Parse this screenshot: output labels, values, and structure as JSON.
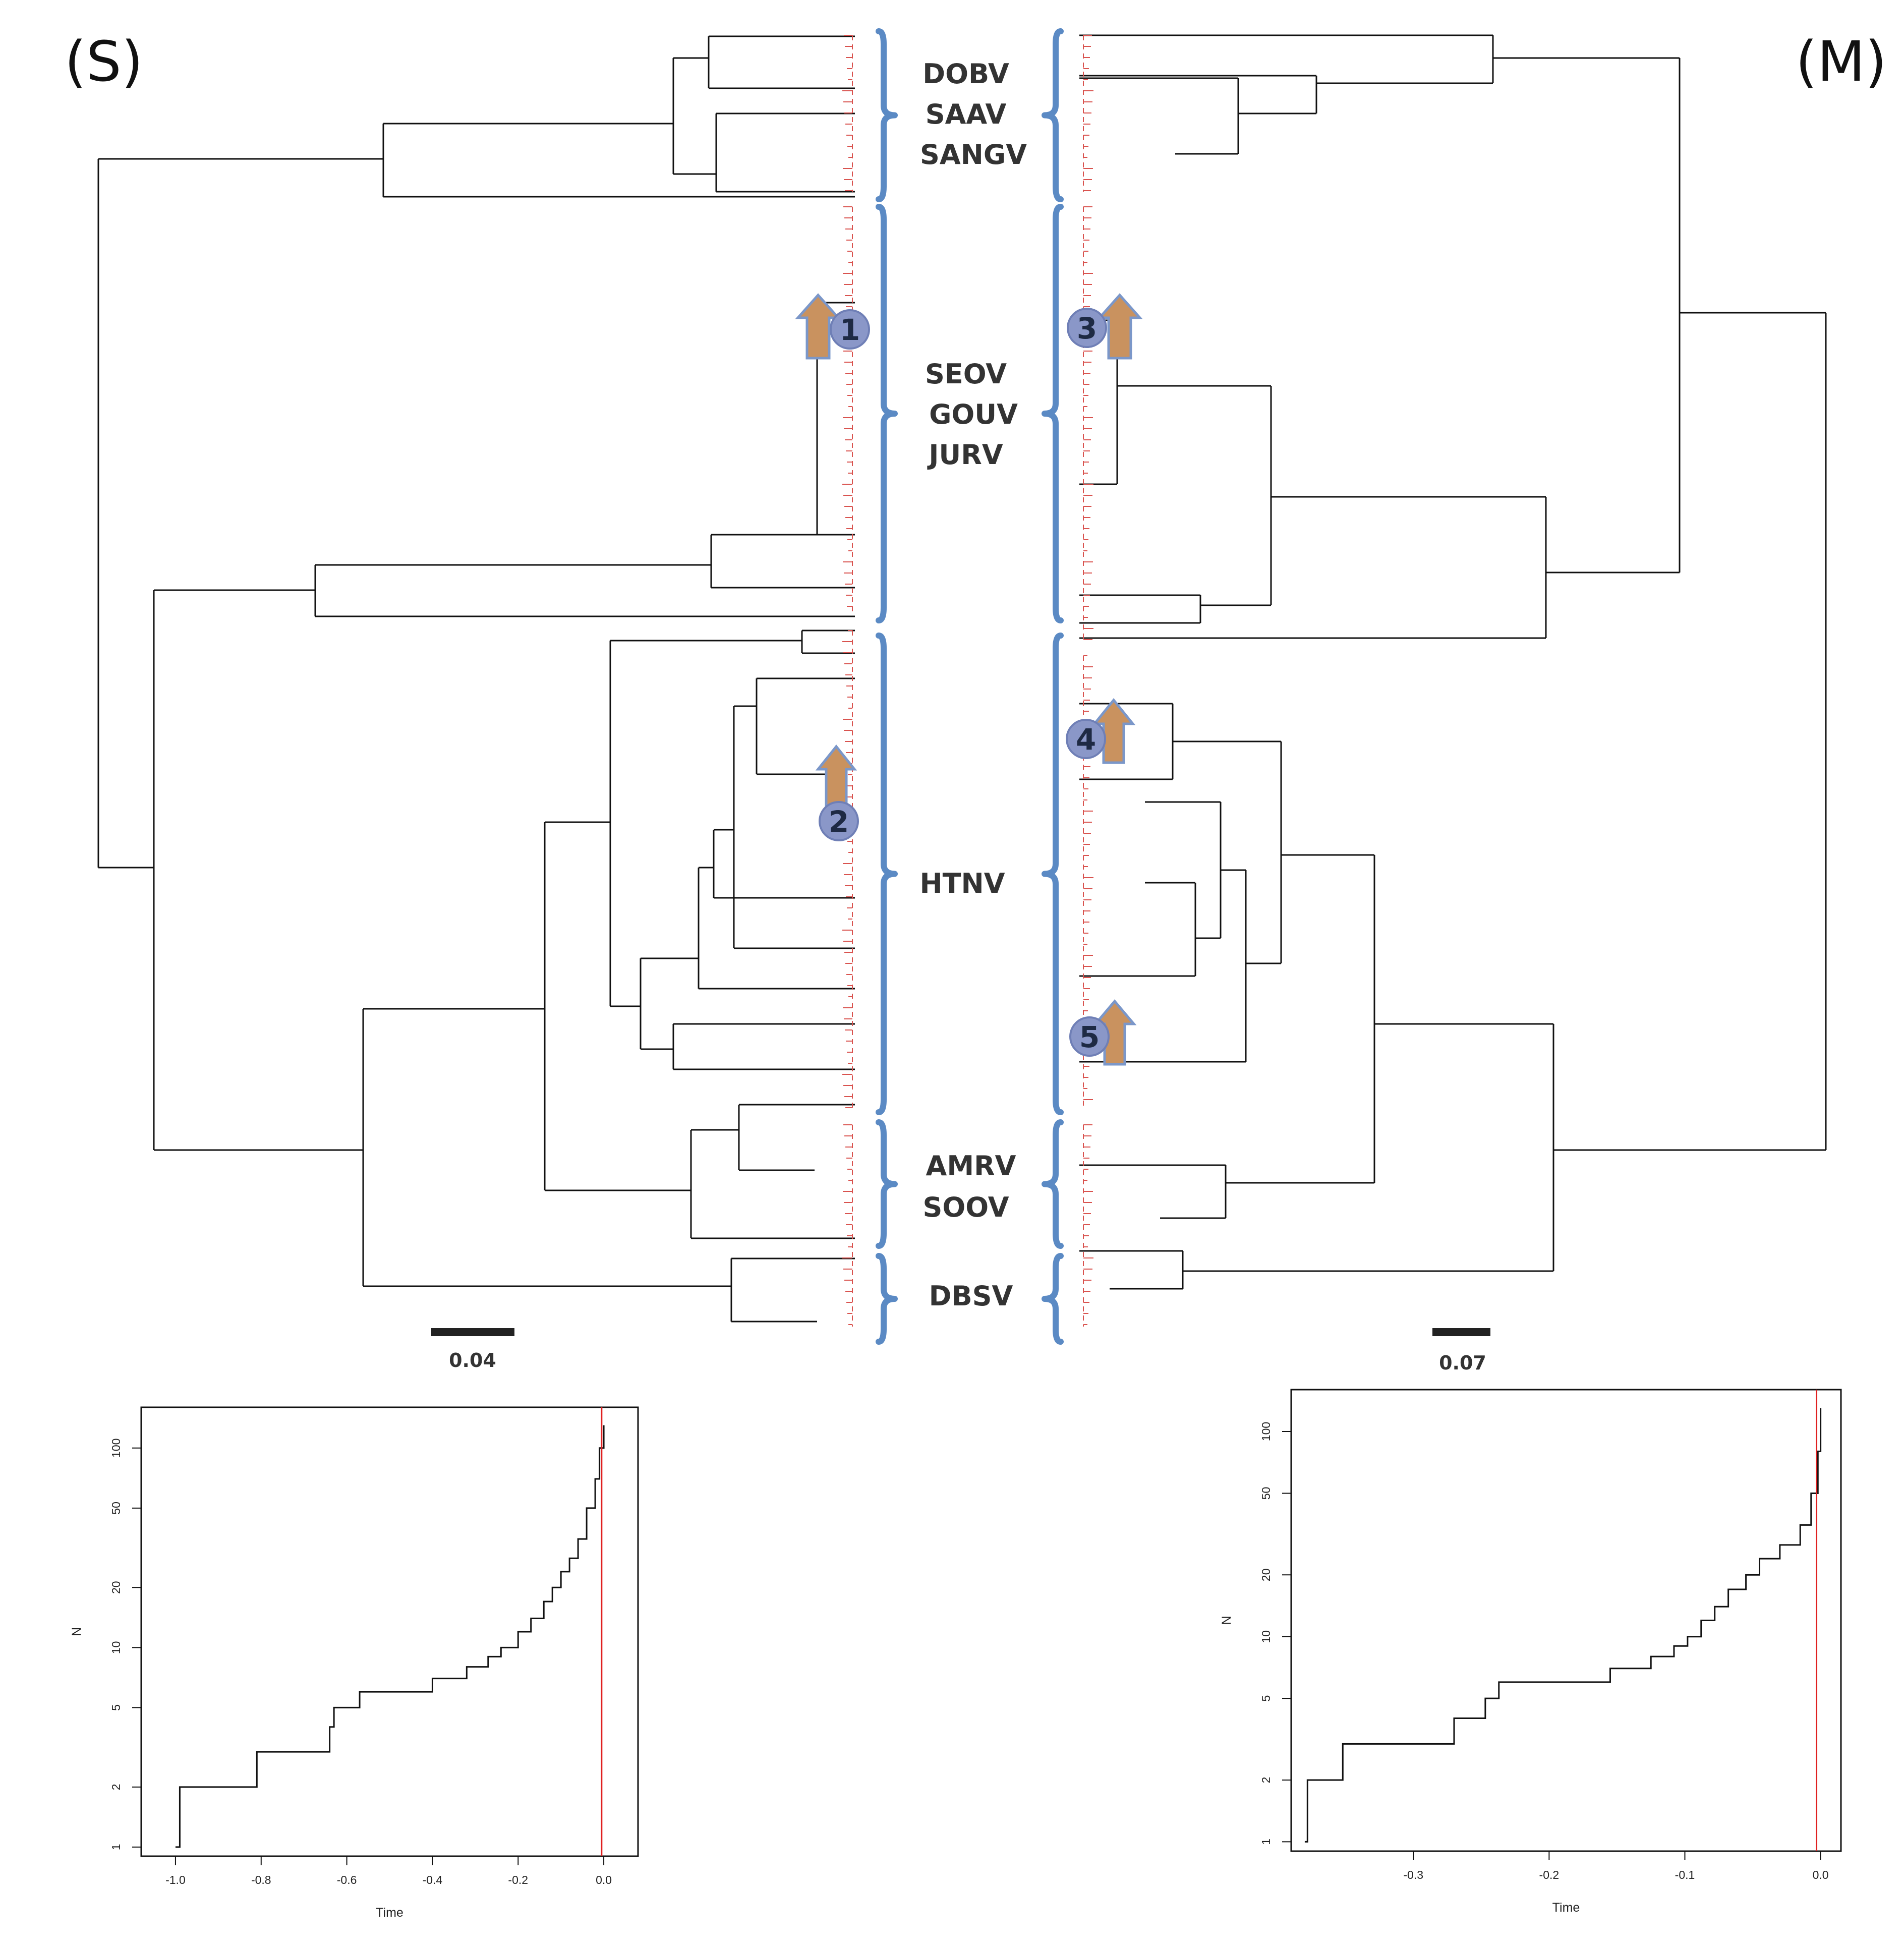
{
  "panels": {
    "left_tag": "(S)",
    "right_tag": "(M)"
  },
  "clades": [
    {
      "id": "dobv",
      "lines": [
        "DOBV",
        "SAAV",
        "SANGV"
      ]
    },
    {
      "id": "seov",
      "lines": [
        "SEOV",
        "GOUV",
        "JURV"
      ]
    },
    {
      "id": "htnv",
      "lines": [
        "HTNV"
      ]
    },
    {
      "id": "amrv",
      "lines": [
        "AMRV",
        "SOOV"
      ]
    },
    {
      "id": "dbsv",
      "lines": [
        "DBSV"
      ]
    }
  ],
  "scale_bars": {
    "left": "0.04",
    "right": "0.07"
  },
  "nodes": [
    "1",
    "2",
    "3",
    "4",
    "5"
  ],
  "colors": {
    "bracket": "#5b8ac4",
    "arrow_fill": "#c9925f",
    "arrow_stroke": "#7b97c9",
    "node_circle": "#8a97c8",
    "tree_line": "#111111",
    "tip_line": "#d9534f",
    "ref_line": "#e02020"
  },
  "chart_data": [
    {
      "type": "line",
      "panel": "S",
      "xlabel": "Time",
      "ylabel": "N",
      "xticks": [
        "-1.0",
        "-0.8",
        "-0.6",
        "-0.4",
        "-0.2",
        "0.0"
      ],
      "yticks": [
        "1",
        "2",
        "5",
        "10",
        "20",
        "50",
        "100"
      ],
      "xlim": [
        -1.08,
        0.08
      ],
      "ylim": [
        0.9,
        160
      ],
      "log_y": true,
      "vline_x": -0.005,
      "x": [
        -1.0,
        -0.99,
        -0.81,
        -0.64,
        -0.63,
        -0.57,
        -0.4,
        -0.32,
        -0.27,
        -0.24,
        -0.2,
        -0.17,
        -0.14,
        -0.12,
        -0.1,
        -0.08,
        -0.06,
        -0.04,
        -0.02,
        -0.01,
        0.0
      ],
      "y": [
        1,
        2,
        3,
        4,
        5,
        6,
        7,
        8,
        9,
        10,
        12,
        14,
        17,
        20,
        24,
        28,
        35,
        50,
        70,
        100,
        130
      ]
    },
    {
      "type": "line",
      "panel": "M",
      "xlabel": "Time",
      "ylabel": "N",
      "xticks": [
        "-0.3",
        "-0.2",
        "-0.1",
        "0.0"
      ],
      "yticks": [
        "1",
        "2",
        "5",
        "10",
        "20",
        "50",
        "100"
      ],
      "xlim": [
        -0.39,
        0.015
      ],
      "ylim": [
        0.9,
        160
      ],
      "log_y": true,
      "vline_x": -0.003,
      "x": [
        -0.38,
        -0.378,
        -0.352,
        -0.27,
        -0.247,
        -0.237,
        -0.155,
        -0.125,
        -0.108,
        -0.098,
        -0.088,
        -0.078,
        -0.068,
        -0.055,
        -0.045,
        -0.03,
        -0.015,
        -0.007,
        -0.002,
        0.0
      ],
      "y": [
        1,
        2,
        3,
        4,
        5,
        6,
        7,
        8,
        9,
        10,
        12,
        14,
        17,
        20,
        24,
        28,
        35,
        50,
        80,
        130
      ]
    }
  ]
}
